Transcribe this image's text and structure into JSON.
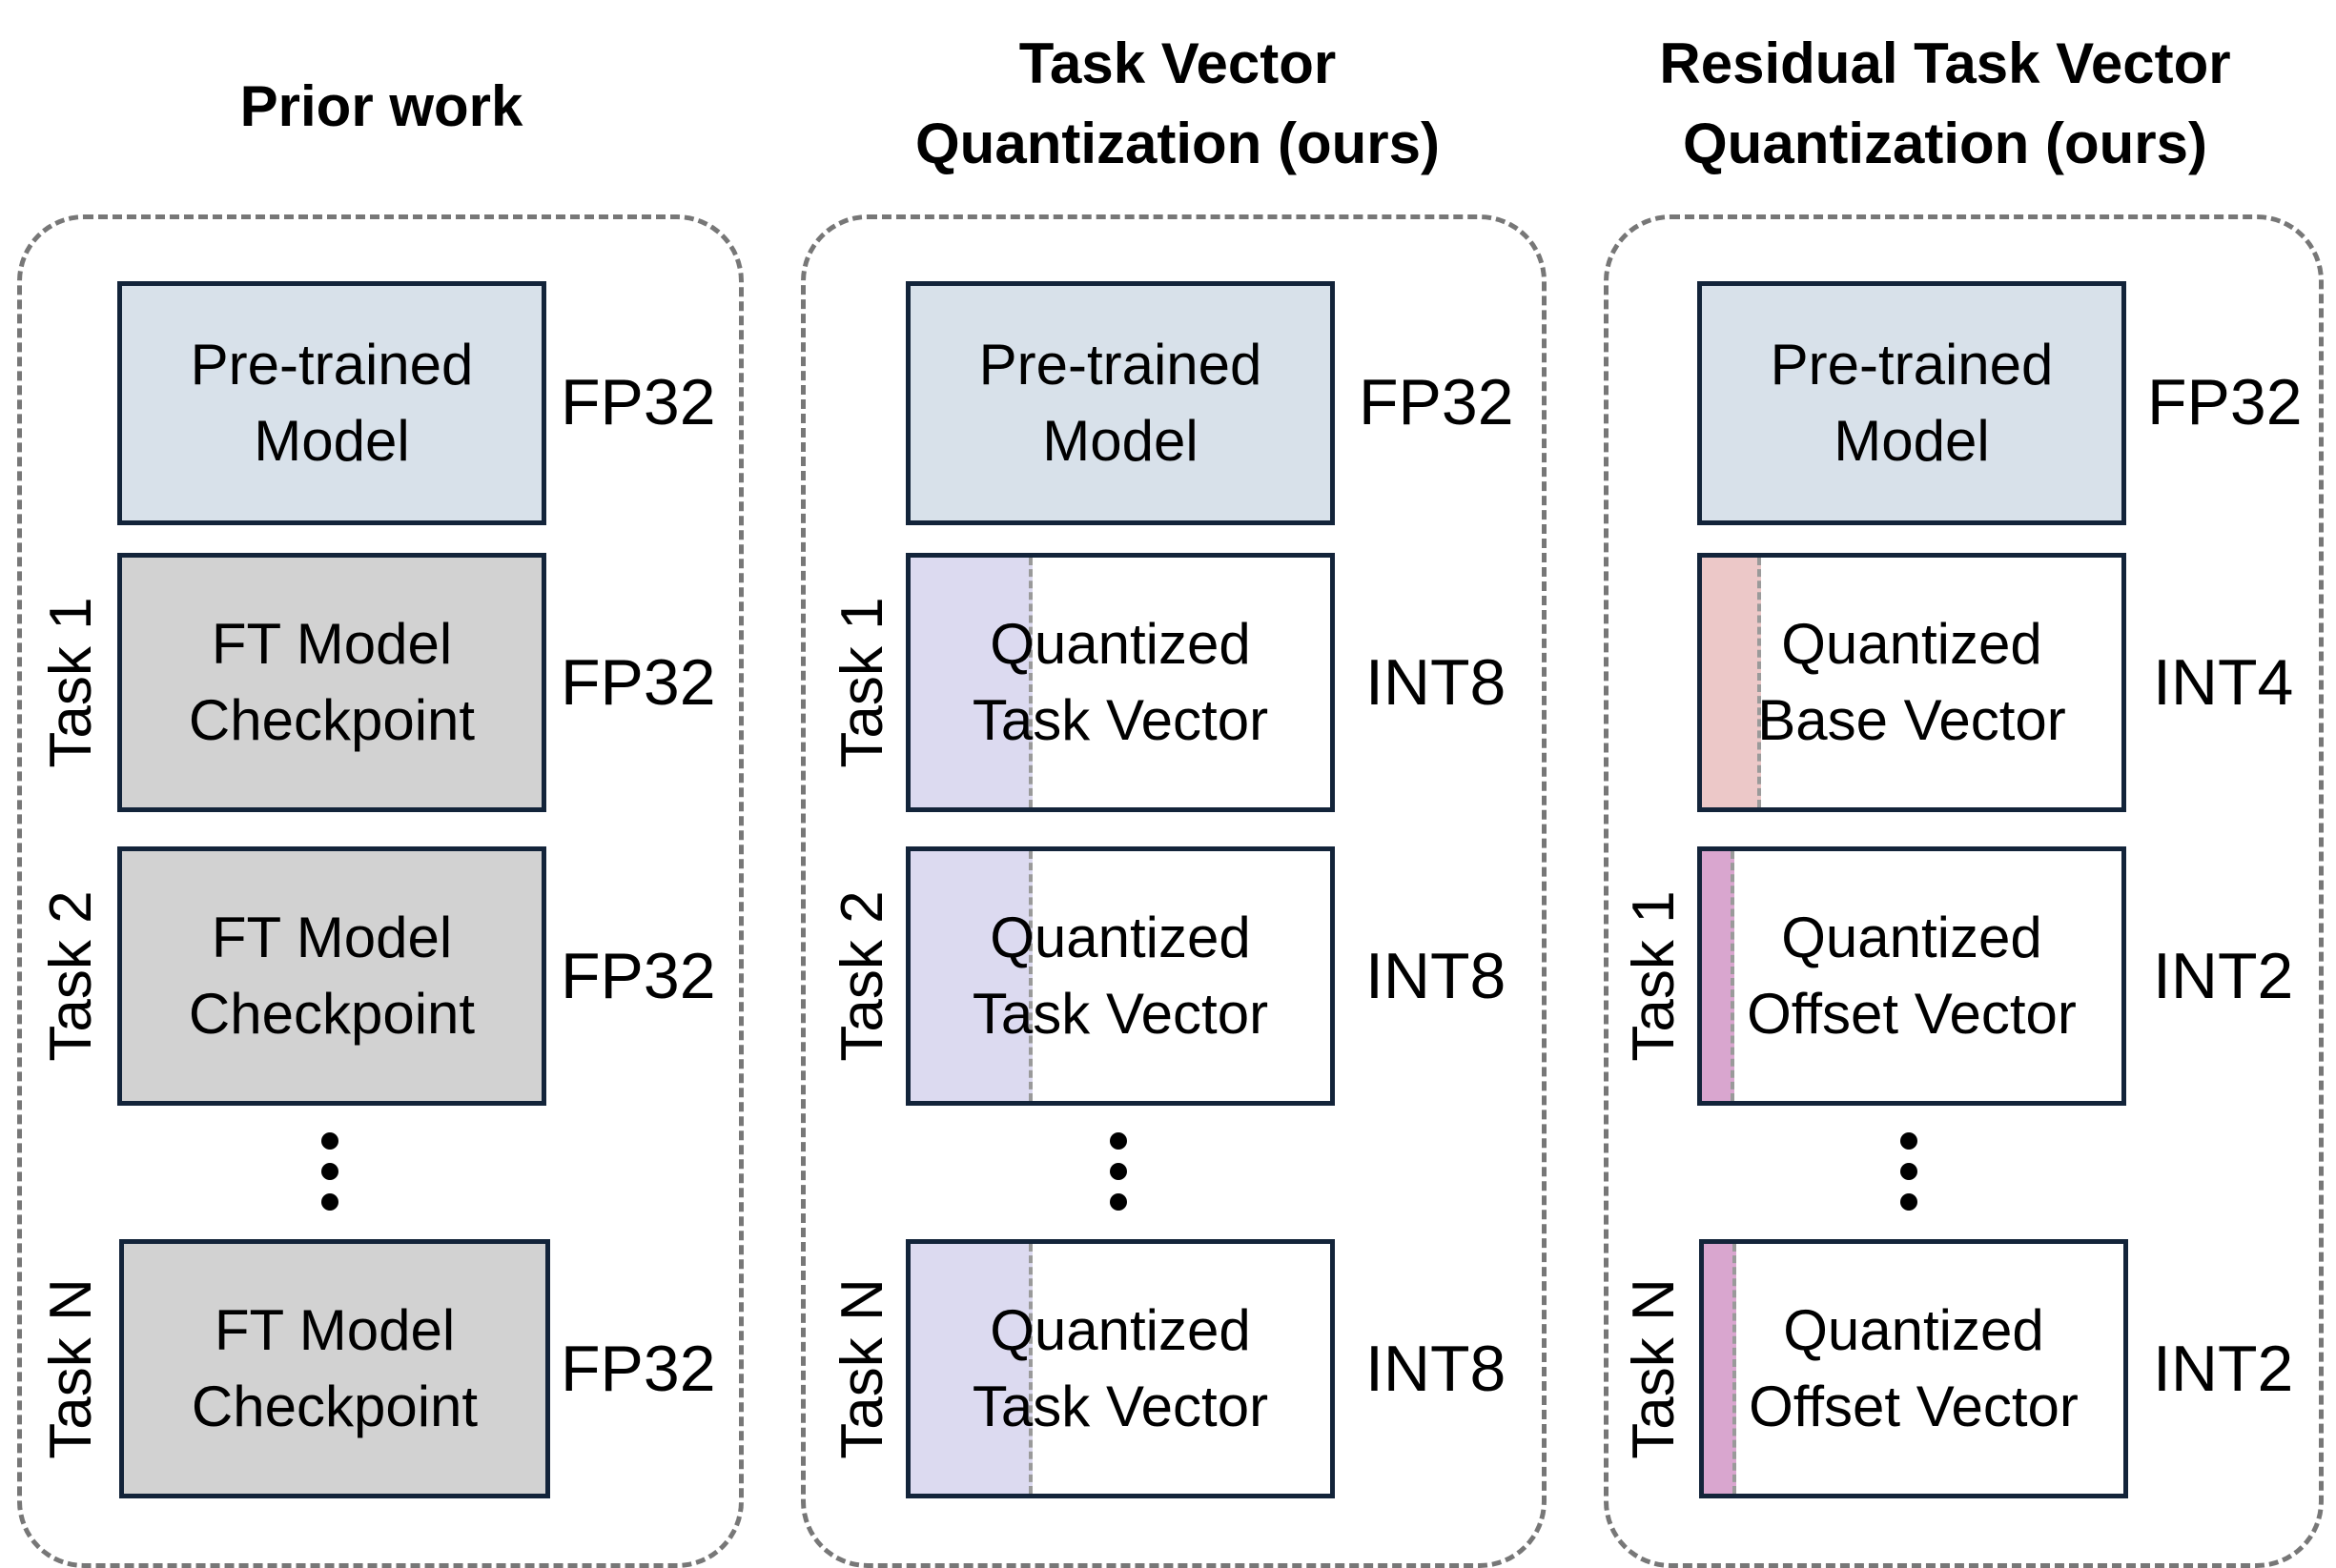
{
  "columns": [
    {
      "title": "Prior work",
      "rows": [
        {
          "label": "",
          "box": "Pre-trained\nModel",
          "precision": "FP32"
        },
        {
          "label": "Task 1",
          "box": "FT Model\nCheckpoint",
          "precision": "FP32"
        },
        {
          "label": "Task 2",
          "box": "FT Model\nCheckpoint",
          "precision": "FP32"
        },
        {
          "label": "Task N",
          "box": "FT Model\nCheckpoint",
          "precision": "FP32"
        }
      ]
    },
    {
      "title": "Task Vector\nQuantization (ours)",
      "rows": [
        {
          "label": "",
          "box": "Pre-trained\nModel",
          "precision": "FP32"
        },
        {
          "label": "Task 1",
          "box": "Quantized\nTask Vector",
          "precision": "INT8"
        },
        {
          "label": "Task 2",
          "box": "Quantized\nTask Vector",
          "precision": "INT8"
        },
        {
          "label": "Task N",
          "box": "Quantized\nTask Vector",
          "precision": "INT8"
        }
      ]
    },
    {
      "title": "Residual Task Vector\nQuantization (ours)",
      "rows": [
        {
          "label": "",
          "box": "Pre-trained\nModel",
          "precision": "FP32"
        },
        {
          "label": "",
          "box": "Quantized\nBase Vector",
          "precision": "INT4"
        },
        {
          "label": "Task 1",
          "box": "Quantized\nOffset Vector",
          "precision": "INT2"
        },
        {
          "label": "Task N",
          "box": "Quantized\nOffset Vector",
          "precision": "INT2"
        }
      ]
    }
  ],
  "colors": {
    "pretrained_fill": "#d8e1ea",
    "ft_fill": "#d2d2d2",
    "task_vector_strip": "#dcdaf0",
    "base_vector_strip": "#ecc8c8",
    "offset_vector_strip": "#d9a6cf",
    "panel_border": "#777777",
    "box_border": "#13243a"
  }
}
